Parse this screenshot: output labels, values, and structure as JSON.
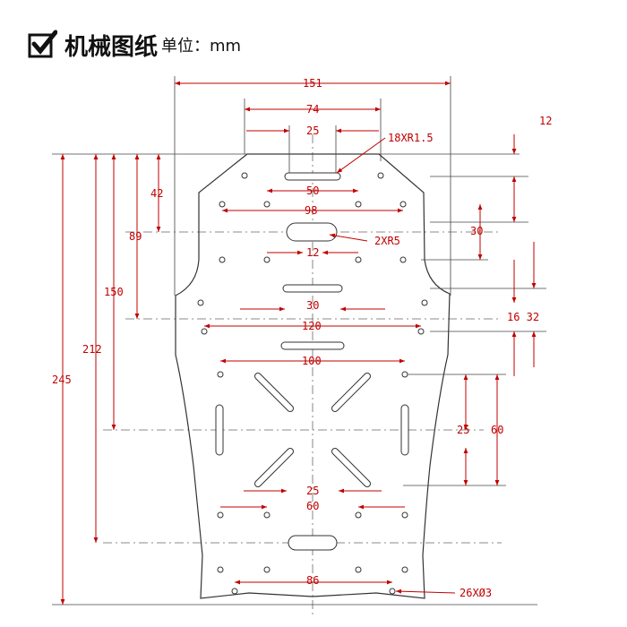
{
  "header": {
    "title": "机械图纸",
    "unit": "单位：mm",
    "checkbox_icon": "checkbox-checked-icon"
  },
  "dimensions": {
    "overall_width": "151",
    "top_outer_holes": "74",
    "top_inner_holes": "25",
    "slot_note": "18XR1.5",
    "right_top": "12",
    "left_42": "42",
    "holes_50": "50",
    "holes_98": "98",
    "right_30": "30",
    "left_89": "89",
    "slot_radius_note": "2XR5",
    "slot_12": "12",
    "left_150": "150",
    "slot_30": "30",
    "right_16_32": "16 32",
    "holes_120": "120",
    "left_212": "212",
    "holes_100": "100",
    "left_245": "245",
    "right_25": "25",
    "right_60": "60",
    "lower_25": "25",
    "lower_60": "60",
    "bottom_86": "86",
    "hole_note": "26XØ3"
  },
  "colors": {
    "dimension": "#c00000",
    "outline": "#333333"
  }
}
